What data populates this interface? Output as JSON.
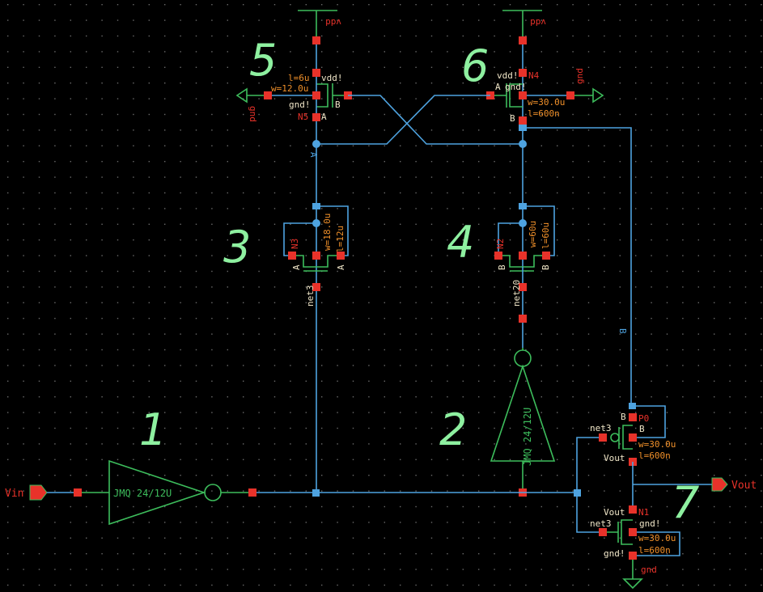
{
  "schematic": {
    "ports": {
      "input": "Vin",
      "output": "Vout"
    },
    "supply_labels": {
      "vdd": "vdd",
      "gnd": "gnd",
      "vdd_bang": "vdd!",
      "gnd_bang": "gnd!"
    },
    "annotations": [
      "1",
      "2",
      "3",
      "4",
      "5",
      "6",
      "7"
    ],
    "inverters": [
      {
        "label": "JMQ 24/12U"
      },
      {
        "label": "JMQ 24/12U"
      }
    ],
    "transistors": {
      "m5": {
        "name": "N5",
        "w": "w=12.0u",
        "l": "l=6u",
        "g": "B",
        "d": "A",
        "b": "gnd!",
        "s": "vdd!"
      },
      "m6": {
        "name": "N4",
        "w": "w=30.0u",
        "l": "l=600n",
        "g": "A",
        "d": "B",
        "b": "gnd!",
        "s": "vdd!"
      },
      "m3": {
        "name": "N3",
        "w": "w=18.0u",
        "l": "l=12u",
        "s": "A",
        "d": "A",
        "g": "net3"
      },
      "m4": {
        "name": "N2",
        "w": "w=60u",
        "l": "l=60u",
        "s": "B",
        "d": "B",
        "g": "net20"
      },
      "m7p": {
        "name": "P0",
        "w": "w=30.0u",
        "l": "l=600n",
        "g": "net3",
        "s": "B",
        "b": "B",
        "d": "Vout"
      },
      "m7n": {
        "name": "N1",
        "w": "w=30.0u",
        "l": "l=600n",
        "g": "net3",
        "d": "Vout",
        "b": "gnd!",
        "s": "gnd!"
      }
    },
    "net_labels": {
      "a": "A",
      "b": "B"
    }
  }
}
